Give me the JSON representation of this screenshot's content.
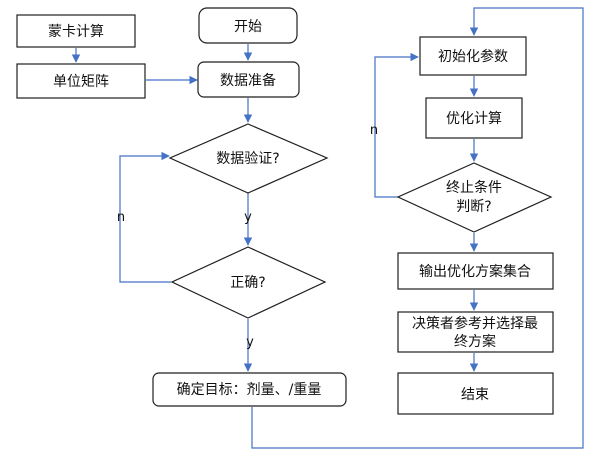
{
  "nodes": {
    "mengka": "蒙卡计算",
    "unit_matrix": "单位矩阵",
    "start": "开始",
    "data_prep": "数据准备",
    "data_verify": "数据验证?",
    "correct": "正确?",
    "target": "确定目标：剂量、/重量",
    "init_params": "初始化参数",
    "optimize": "优化计算",
    "stop_line1": "终止条件",
    "stop_line2": "判断?",
    "output_plans": "输出优化方案集合",
    "decision_line1": "决策者参考并选择最",
    "decision_line2": "终方案",
    "end": "结束"
  },
  "edge_labels": {
    "verify_yes": "y",
    "verify_no": "n",
    "correct_yes": "y",
    "stop_no": "n"
  }
}
